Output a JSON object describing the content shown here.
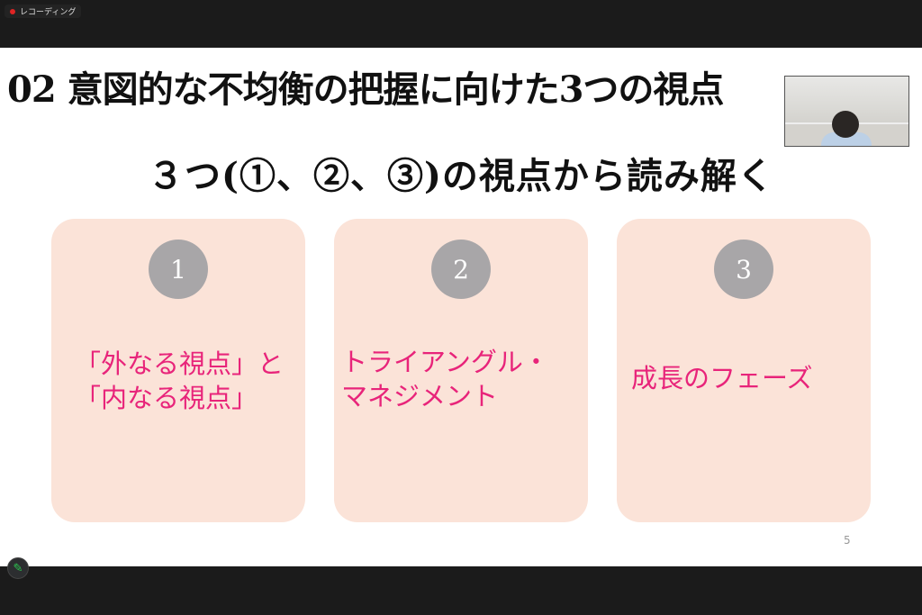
{
  "recording": {
    "label": "レコーディング",
    "icon": "recording-dot-icon"
  },
  "slide": {
    "title": "02 意図的な不均衡の把握に向けた3つの視点",
    "subtitle": "３つ(①、②、③)の視点から読み解く",
    "cards": [
      {
        "number": "1",
        "lines": [
          "「外なる視点」と",
          "「内なる視点」"
        ]
      },
      {
        "number": "2",
        "lines": [
          "トライアングル・",
          "マネジメント"
        ]
      },
      {
        "number": "3",
        "lines": [
          "成長のフェーズ"
        ]
      }
    ],
    "page_number": "5"
  },
  "colors": {
    "card_bg": "#fbe3d8",
    "accent_text": "#e8247a",
    "circle": "#a8a6a8"
  },
  "annotate_icon": "pencil-icon"
}
